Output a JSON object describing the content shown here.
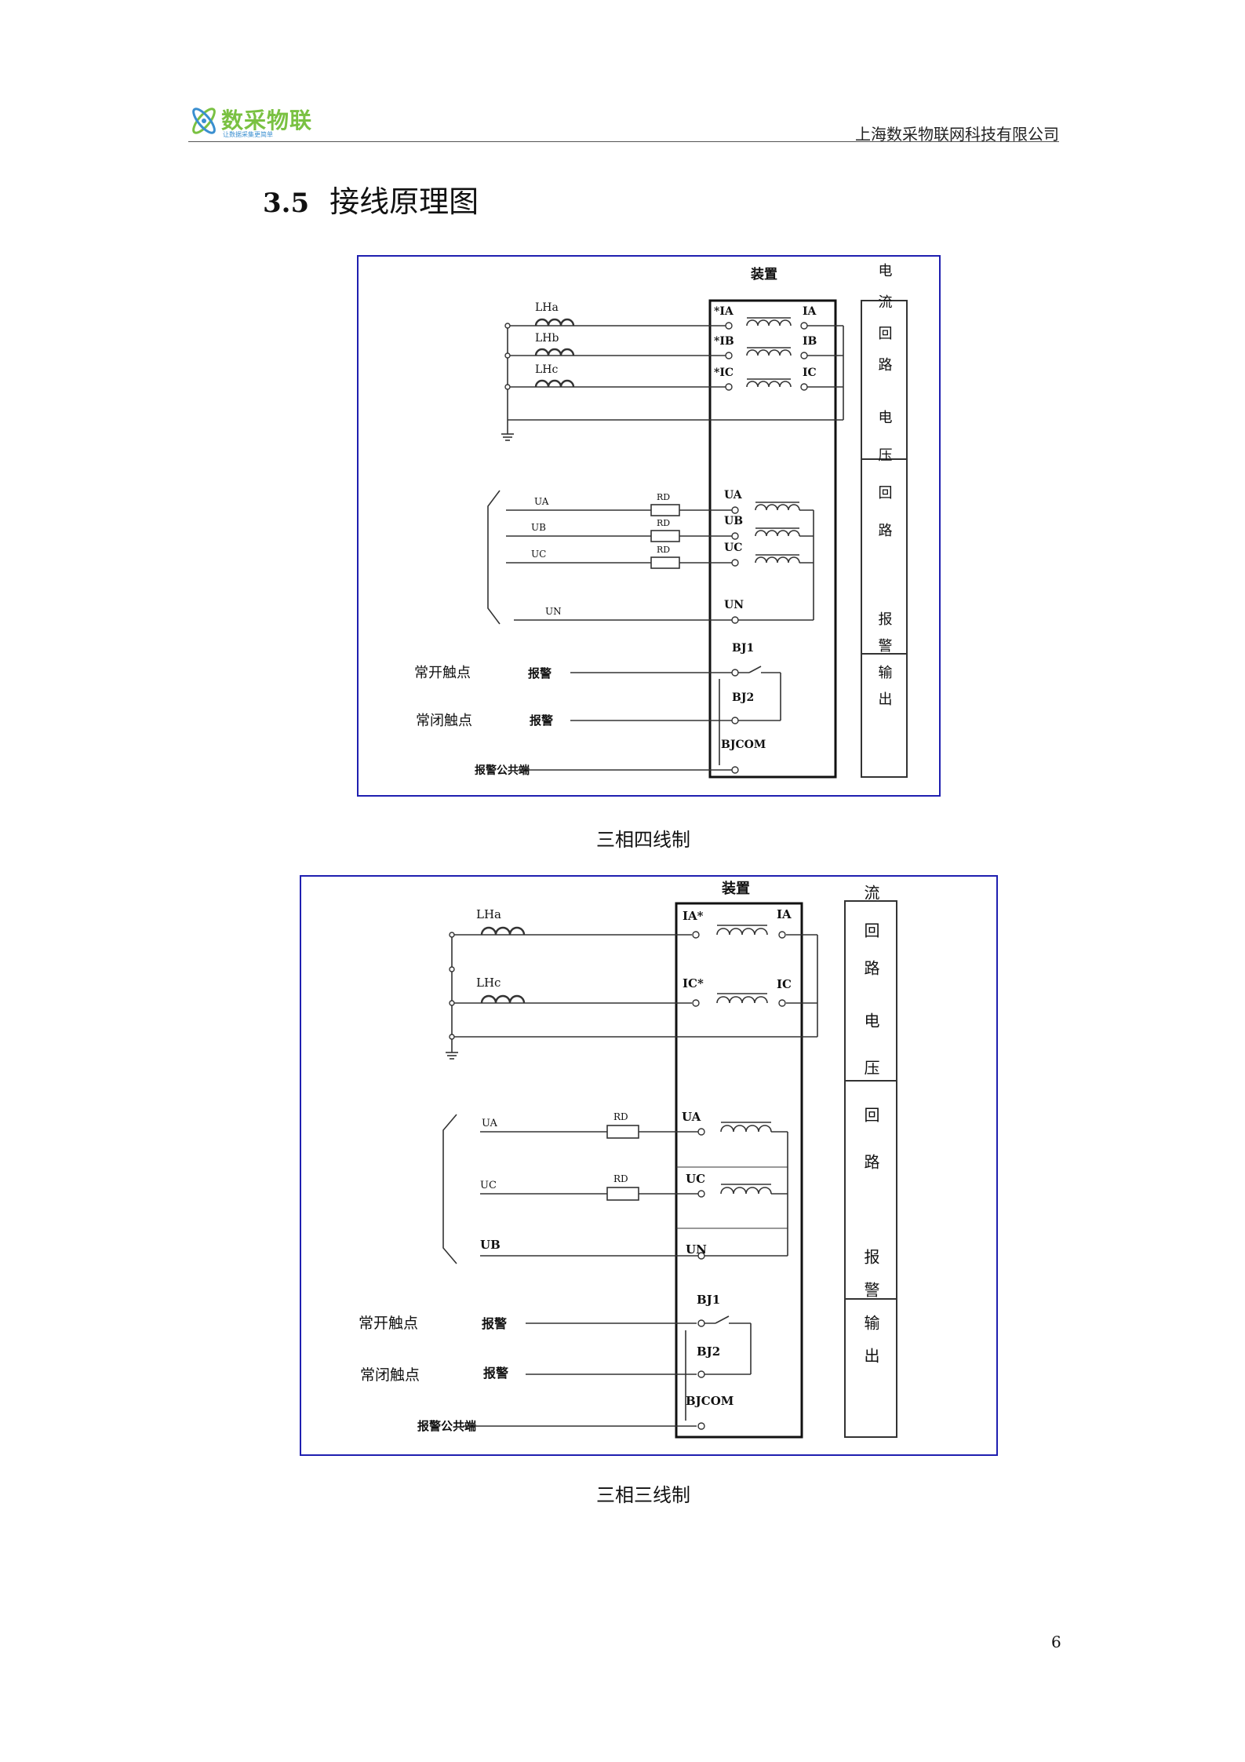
{
  "header": {
    "logo_text": "数采物联",
    "logo_tagline": "让数据采集更简单",
    "company": "上海数采物联网科技有限公司"
  },
  "section": {
    "number": "3.5",
    "title": "接线原理图"
  },
  "diagram1": {
    "device": "装置",
    "ct": [
      "LHa",
      "LHb",
      "LHc"
    ],
    "current_terms": [
      {
        "left": "*IA",
        "right": "IA"
      },
      {
        "left": "*IB",
        "right": "IB"
      },
      {
        "left": "*IC",
        "right": "IC"
      }
    ],
    "voltage_lines": [
      "UA",
      "UB",
      "UC",
      "UN"
    ],
    "resistor": "RD",
    "voltage_terms": [
      "UA",
      "UB",
      "UC",
      "UN"
    ],
    "alarm": {
      "bj1": "BJ1",
      "bj2": "BJ2",
      "bjcom": "BJCOM",
      "no_contact": "常开触点",
      "nc_contact": "常闭触点",
      "alarm": "报警",
      "common": "报警公共端"
    },
    "sidebar": [
      "电流回路",
      "电压回路",
      "报警输出"
    ],
    "caption": "三相四线制"
  },
  "diagram2": {
    "device": "装置",
    "ct": [
      "LHa",
      "LHc"
    ],
    "current_terms": [
      {
        "left": "IA*",
        "right": "IA"
      },
      {
        "left": "IC*",
        "right": "IC"
      }
    ],
    "voltage_lines": [
      "UA",
      "UC",
      "UB"
    ],
    "resistor": "RD",
    "voltage_terms": [
      "UA",
      "UC",
      "UN"
    ],
    "alarm": {
      "bj1": "BJ1",
      "bj2": "BJ2",
      "bjcom": "BJCOM",
      "no_contact": "常开触点",
      "nc_contact": "常闭触点",
      "alarm": "报警",
      "common": "报警公共端"
    },
    "sidebar": [
      "电流回路",
      "电压回路",
      "报警输出"
    ],
    "caption": "三相三线制"
  },
  "page_number": "6",
  "colors": {
    "frame": "#1f1fb0",
    "logo_green": "#7ac142",
    "logo_blue": "#3a8fd0"
  }
}
